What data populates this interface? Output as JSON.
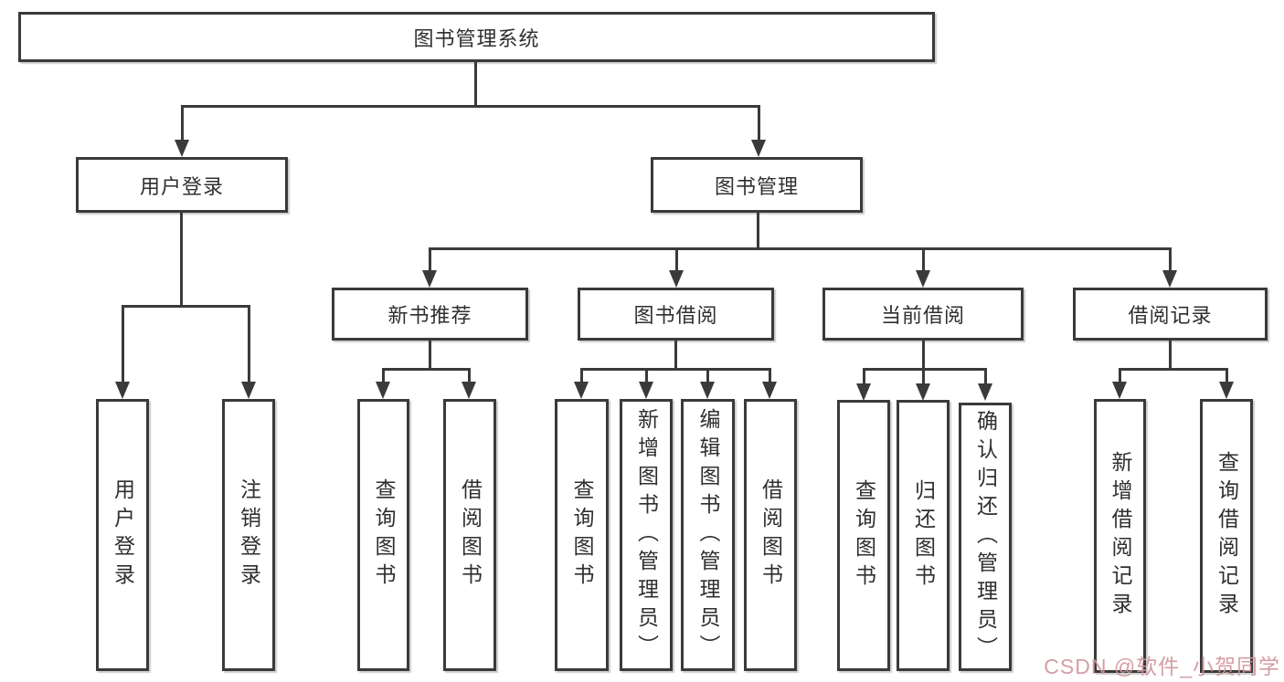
{
  "diagram": {
    "title": "图书管理系统",
    "level2": {
      "user_login": "用户登录",
      "book_mgmt": "图书管理"
    },
    "level3": {
      "new_book": "新书推荐",
      "book_borrow": "图书借阅",
      "current_borrow": "当前借阅",
      "borrow_record": "借阅记录"
    },
    "leaves": {
      "user_login": "用户登录",
      "logout": "注销登录",
      "query_book_1": "查询图书",
      "borrow_book_1": "借阅图书",
      "query_book_2": "查询图书",
      "add_book": "新增图书（管理员）",
      "edit_book": "编辑图书（管理员）",
      "borrow_book_2": "借阅图书",
      "query_book_3": "查询图书",
      "return_book": "归还图书",
      "confirm_return": "确认归还（管理员）",
      "add_record": "新增借阅记录",
      "query_record": "查询借阅记录"
    }
  },
  "watermark": {
    "text": "CSDN @软件_小贺同学",
    "color": "#d0949b"
  },
  "colors": {
    "line": "#3a3a3a",
    "text": "#2f2f2f",
    "background": "#ffffff"
  }
}
